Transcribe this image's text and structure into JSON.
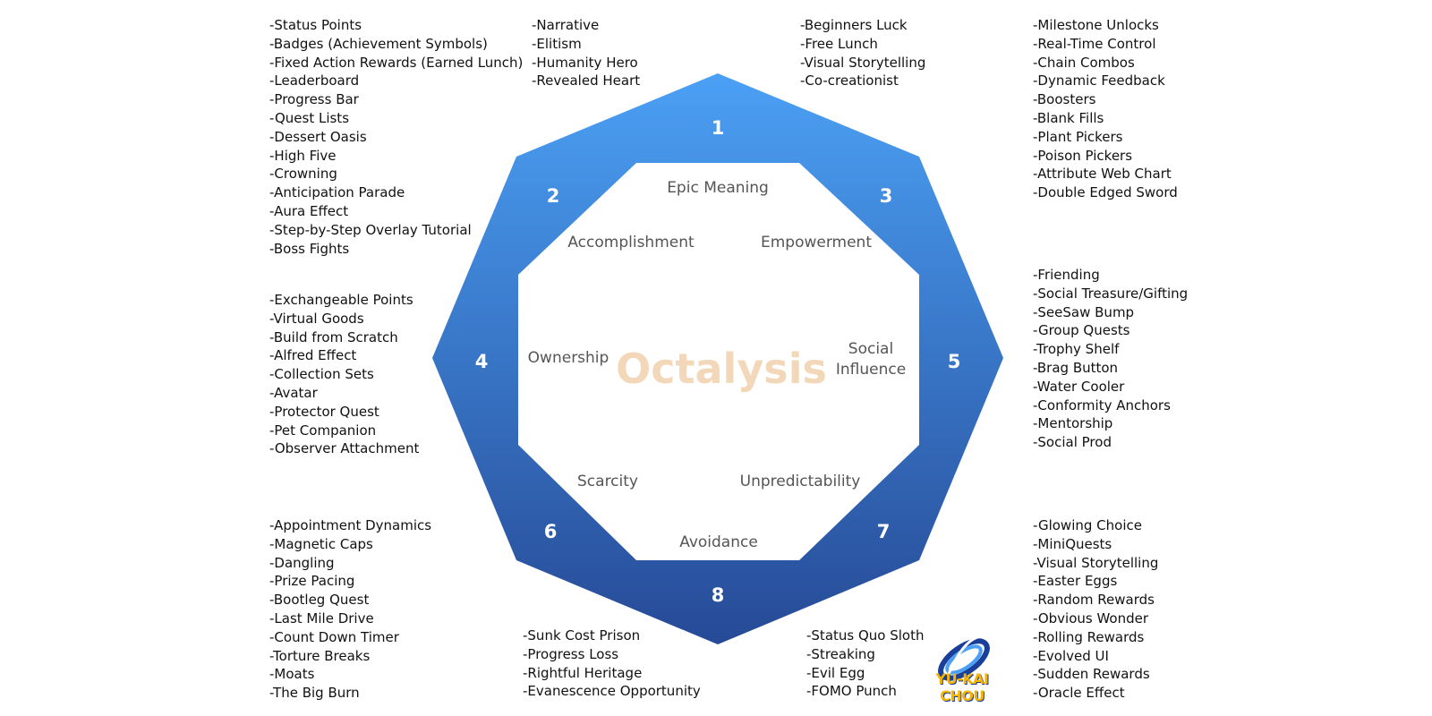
{
  "core_numbers": [
    "1",
    "2",
    "3",
    "4",
    "5",
    "6",
    "7",
    "8"
  ],
  "drives": {
    "epic_meaning": "Epic Meaning",
    "accomplishment": "Accomplishment",
    "empowerment": "Empowerment",
    "ownership": "Ownership",
    "social_influence_line1": "Social",
    "social_influence_line2": "Influence",
    "scarcity": "Scarcity",
    "unpredictability": "Unpredictability",
    "avoidance": "Avoidance"
  },
  "center_title": "Octalysis",
  "logo_text": "YU-KAI CHOU",
  "colors": {
    "ring_top": "#4ba0f5",
    "ring_bottom": "#264a96",
    "number_text": "#ffffff",
    "drive_text": "#555555",
    "center_title": "#f2d7b8",
    "logo_gold": "#f4b400",
    "logo_blue": "#1a3f9a"
  },
  "lists": {
    "top_left": [
      "-Status Points",
      "-Badges (Achievement Symbols)",
      "-Fixed Action Rewards (Earned Lunch)",
      "-Leaderboard",
      "-Progress Bar",
      "-Quest Lists",
      "-Dessert Oasis",
      "-High Five",
      "-Crowning",
      "-Anticipation Parade",
      "-Aura Effect",
      "-Step-by-Step Overlay Tutorial",
      "-Boss Fights"
    ],
    "top_center_left": [
      "-Narrative",
      "-Elitism",
      "-Humanity Hero",
      "-Revealed Heart"
    ],
    "top_center_right": [
      "-Beginners Luck",
      "-Free Lunch",
      "-Visual Storytelling",
      "-Co-creationist"
    ],
    "top_right": [
      "-Milestone Unlocks",
      "-Real-Time Control",
      "-Chain Combos",
      "-Dynamic Feedback",
      "-Boosters",
      "-Blank Fills",
      "-Plant Pickers",
      "-Poison Pickers",
      "-Attribute Web Chart",
      "-Double Edged Sword"
    ],
    "middle_right": [
      "-Friending",
      "-Social Treasure/Gifting",
      "-SeeSaw Bump",
      "-Group Quests",
      "-Trophy Shelf",
      "-Brag Button",
      "-Water Cooler",
      "-Conformity Anchors",
      "-Mentorship",
      "-Social Prod"
    ],
    "middle_left": [
      "-Exchangeable Points",
      "-Virtual Goods",
      "-Build from Scratch",
      "-Alfred Effect",
      "-Collection Sets",
      "-Avatar",
      "-Protector Quest",
      "-Pet Companion",
      "-Observer Attachment"
    ],
    "bottom_left": [
      "-Appointment Dynamics",
      "-Magnetic Caps",
      "-Dangling",
      "-Prize Pacing",
      "-Bootleg Quest",
      "-Last Mile Drive",
      "-Count Down Timer",
      "-Torture Breaks",
      "-Moats",
      "-The Big Burn"
    ],
    "bottom_center_left": [
      "-Sunk Cost Prison",
      "-Progress Loss",
      "-Rightful Heritage",
      "-Evanescence Opportunity"
    ],
    "bottom_center_right": [
      "-Status Quo Sloth",
      "-Streaking",
      "-Evil Egg",
      "-FOMO Punch"
    ],
    "bottom_right": [
      "-Glowing Choice",
      "-MiniQuests",
      "-Visual Storytelling",
      "-Easter Eggs",
      "-Random Rewards",
      "-Obvious Wonder",
      "-Rolling Rewards",
      "-Evolved UI",
      "-Sudden Rewards",
      "-Oracle Effect"
    ]
  }
}
